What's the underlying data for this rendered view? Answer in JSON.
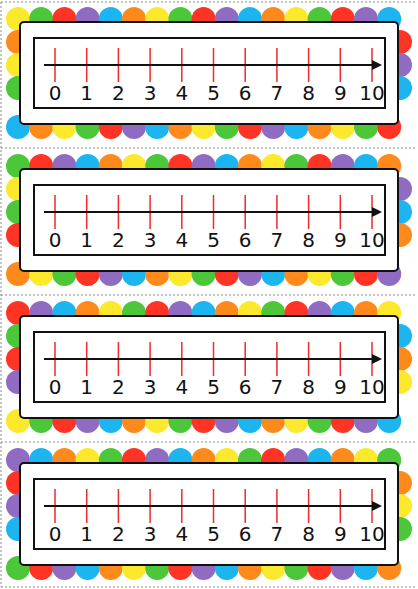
{
  "diagram": {
    "nodes": [
      {
        "text": [
          "0",
          "1",
          "2",
          "3",
          "4",
          "5",
          "6",
          "7",
          "8",
          "9",
          "10"
        ]
      },
      {
        "text": [
          "0",
          "1",
          "2",
          "3",
          "4",
          "5",
          "6",
          "7",
          "8",
          "9",
          "10"
        ]
      },
      {
        "text": [
          "0",
          "1",
          "2",
          "3",
          "4",
          "5",
          "6",
          "7",
          "8",
          "9",
          "10"
        ]
      },
      {
        "text": [
          "0",
          "1",
          "2",
          "3",
          "4",
          "5",
          "6",
          "7",
          "8",
          "9",
          "10"
        ]
      }
    ]
  }
}
